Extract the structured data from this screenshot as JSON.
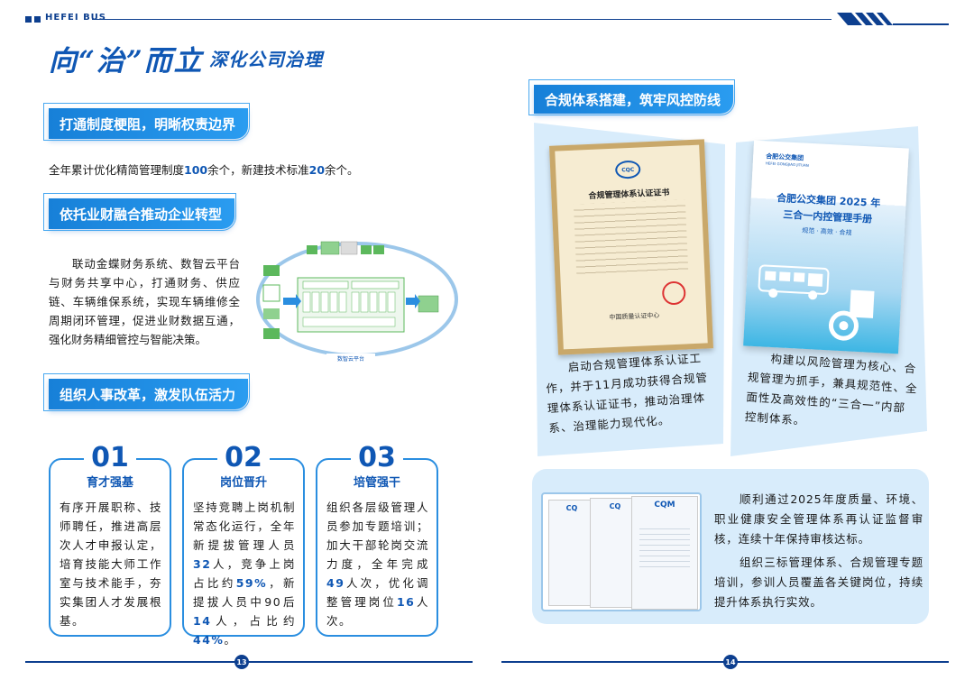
{
  "header": {
    "brand": "HEFEI BUS",
    "title_main": "向“治”而立",
    "title_sub": "深化公司治理"
  },
  "left": {
    "section1": {
      "title": "打通制度梗阻，明晰权责边界",
      "text_a": "全年累计优化精简管理制度",
      "num_a": "100",
      "text_b": "余个，新建技术标准",
      "num_b": "20",
      "text_c": "余个。"
    },
    "section2": {
      "title": "依托业财融合推动企业转型",
      "paragraph": "联动金蝶财务系统、数智云平台与财务共享中心，打通财务、供应链、车辆维保系统，实现车辆维修全周期闭环管理，促进业财数据互通，强化财务精细管控与智能决策。",
      "diagram_caption": "数智云平台"
    },
    "section3": {
      "title": "组织人事改革，激发队伍活力"
    },
    "cards": [
      {
        "num": "01",
        "head": "育才强基",
        "body": "有序开展职称、技师聘任，推进高层次人才申报认定，培育技能大师工作室与技术能手，夯实集团人才发展根基。"
      },
      {
        "num": "02",
        "head": "岗位晋升",
        "t1": "坚持竞聘上岗机制常态化运行，全年新提拔管理人员",
        "n1": "32",
        "t2": "人，竞争上岗占比约",
        "n2": "59%",
        "t3": "，新提拔人员中90后",
        "n3": "14",
        "t4": "人，占比约",
        "n4": "44%",
        "t5": "。"
      },
      {
        "num": "03",
        "head": "培管强干",
        "t1": "组织各层级管理人员参加专题培训；加大干部轮岗交流力度，全年完成",
        "n1": "49",
        "t2": "人次，优化调整管理岗位",
        "n2": "16",
        "t3": "人次。"
      }
    ]
  },
  "right": {
    "banner": "合规体系搭建，筑牢风控防线",
    "cert": {
      "title": "合规管理体系认证证书",
      "issuer": "中国质量认证中心"
    },
    "cert_caption": "启动合规管理体系认证工作，并于11月成功获得合规管理体系认证证书，推动治理体系、治理能力现代化。",
    "handbook": {
      "company": "合肥公交集团",
      "company_en": "HEFEI GONGJIAO JITUAN",
      "title_line1": "合肥公交集团 2025 年",
      "title_line2": "三合一内控管理手册",
      "slogan": "规范 · 高效 · 合规"
    },
    "handbook_caption": "构建以风险管理为核心、合规管理为抓手，兼具规范性、全面性及高效性的“三合一”内部控制体系。",
    "bottom_p1": "顺利通过2025年度质量、环境、职业健康安全管理体系再认证监督审核，连续十年保持审核达标。",
    "bottom_p2": "组织三标管理体系、合规管理专题培训，参训人员覆盖各关键岗位，持续提升体系执行实效。",
    "certs_logo_a": "CQ",
    "certs_logo_b": "CQM"
  },
  "footer": {
    "page_left": "13",
    "page_right": "14"
  },
  "colors": {
    "brand_blue": "#0f57b4",
    "banner_blue": "#1780d8",
    "panel_blue": "#d8ecfb"
  }
}
